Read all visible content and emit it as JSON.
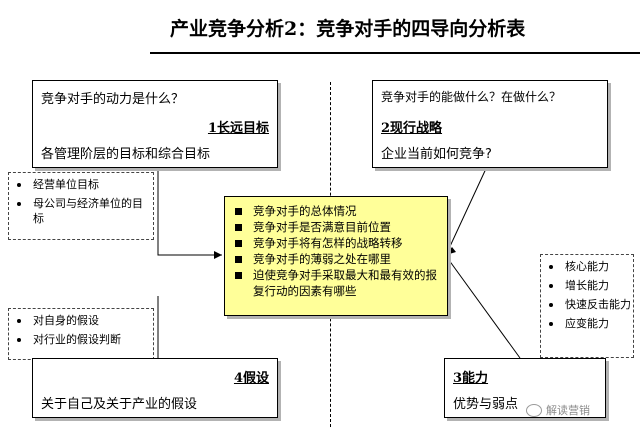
{
  "title": "产业竞争分析2：竞争对手的四导向分析表",
  "top_left": {
    "question": "竞争对手的动力是什么？",
    "heading": "1长远目标",
    "description": "各管理阶层的目标和综合目标"
  },
  "top_right": {
    "question": "竞争对手的能做什么？在做什么？",
    "heading": "2现行战略",
    "description": "企业当前如何竞争?"
  },
  "bottom_left": {
    "heading": "4假设",
    "description": "关于自己及关于产业的假设"
  },
  "bottom_right": {
    "heading": "3能力",
    "description": "优势与弱点"
  },
  "left_upper_list": [
    "经营单位目标",
    "母公司与经济单位的目标"
  ],
  "left_lower_list": [
    "对自身的假设",
    "对行业的假设判断"
  ],
  "right_list": [
    "核心能力",
    "增长能力",
    "快速反击能力",
    "应变能力"
  ],
  "center_list": [
    "竞争对手的总体情况",
    "竞争对手是否满意目前位置",
    "竞争对手将有怎样的战略转移",
    "竞争对手的薄弱之处在哪里",
    "迫使竞争对手采取最大和最有效的报复行动的因素有哪些"
  ],
  "watermark": "解读营销"
}
